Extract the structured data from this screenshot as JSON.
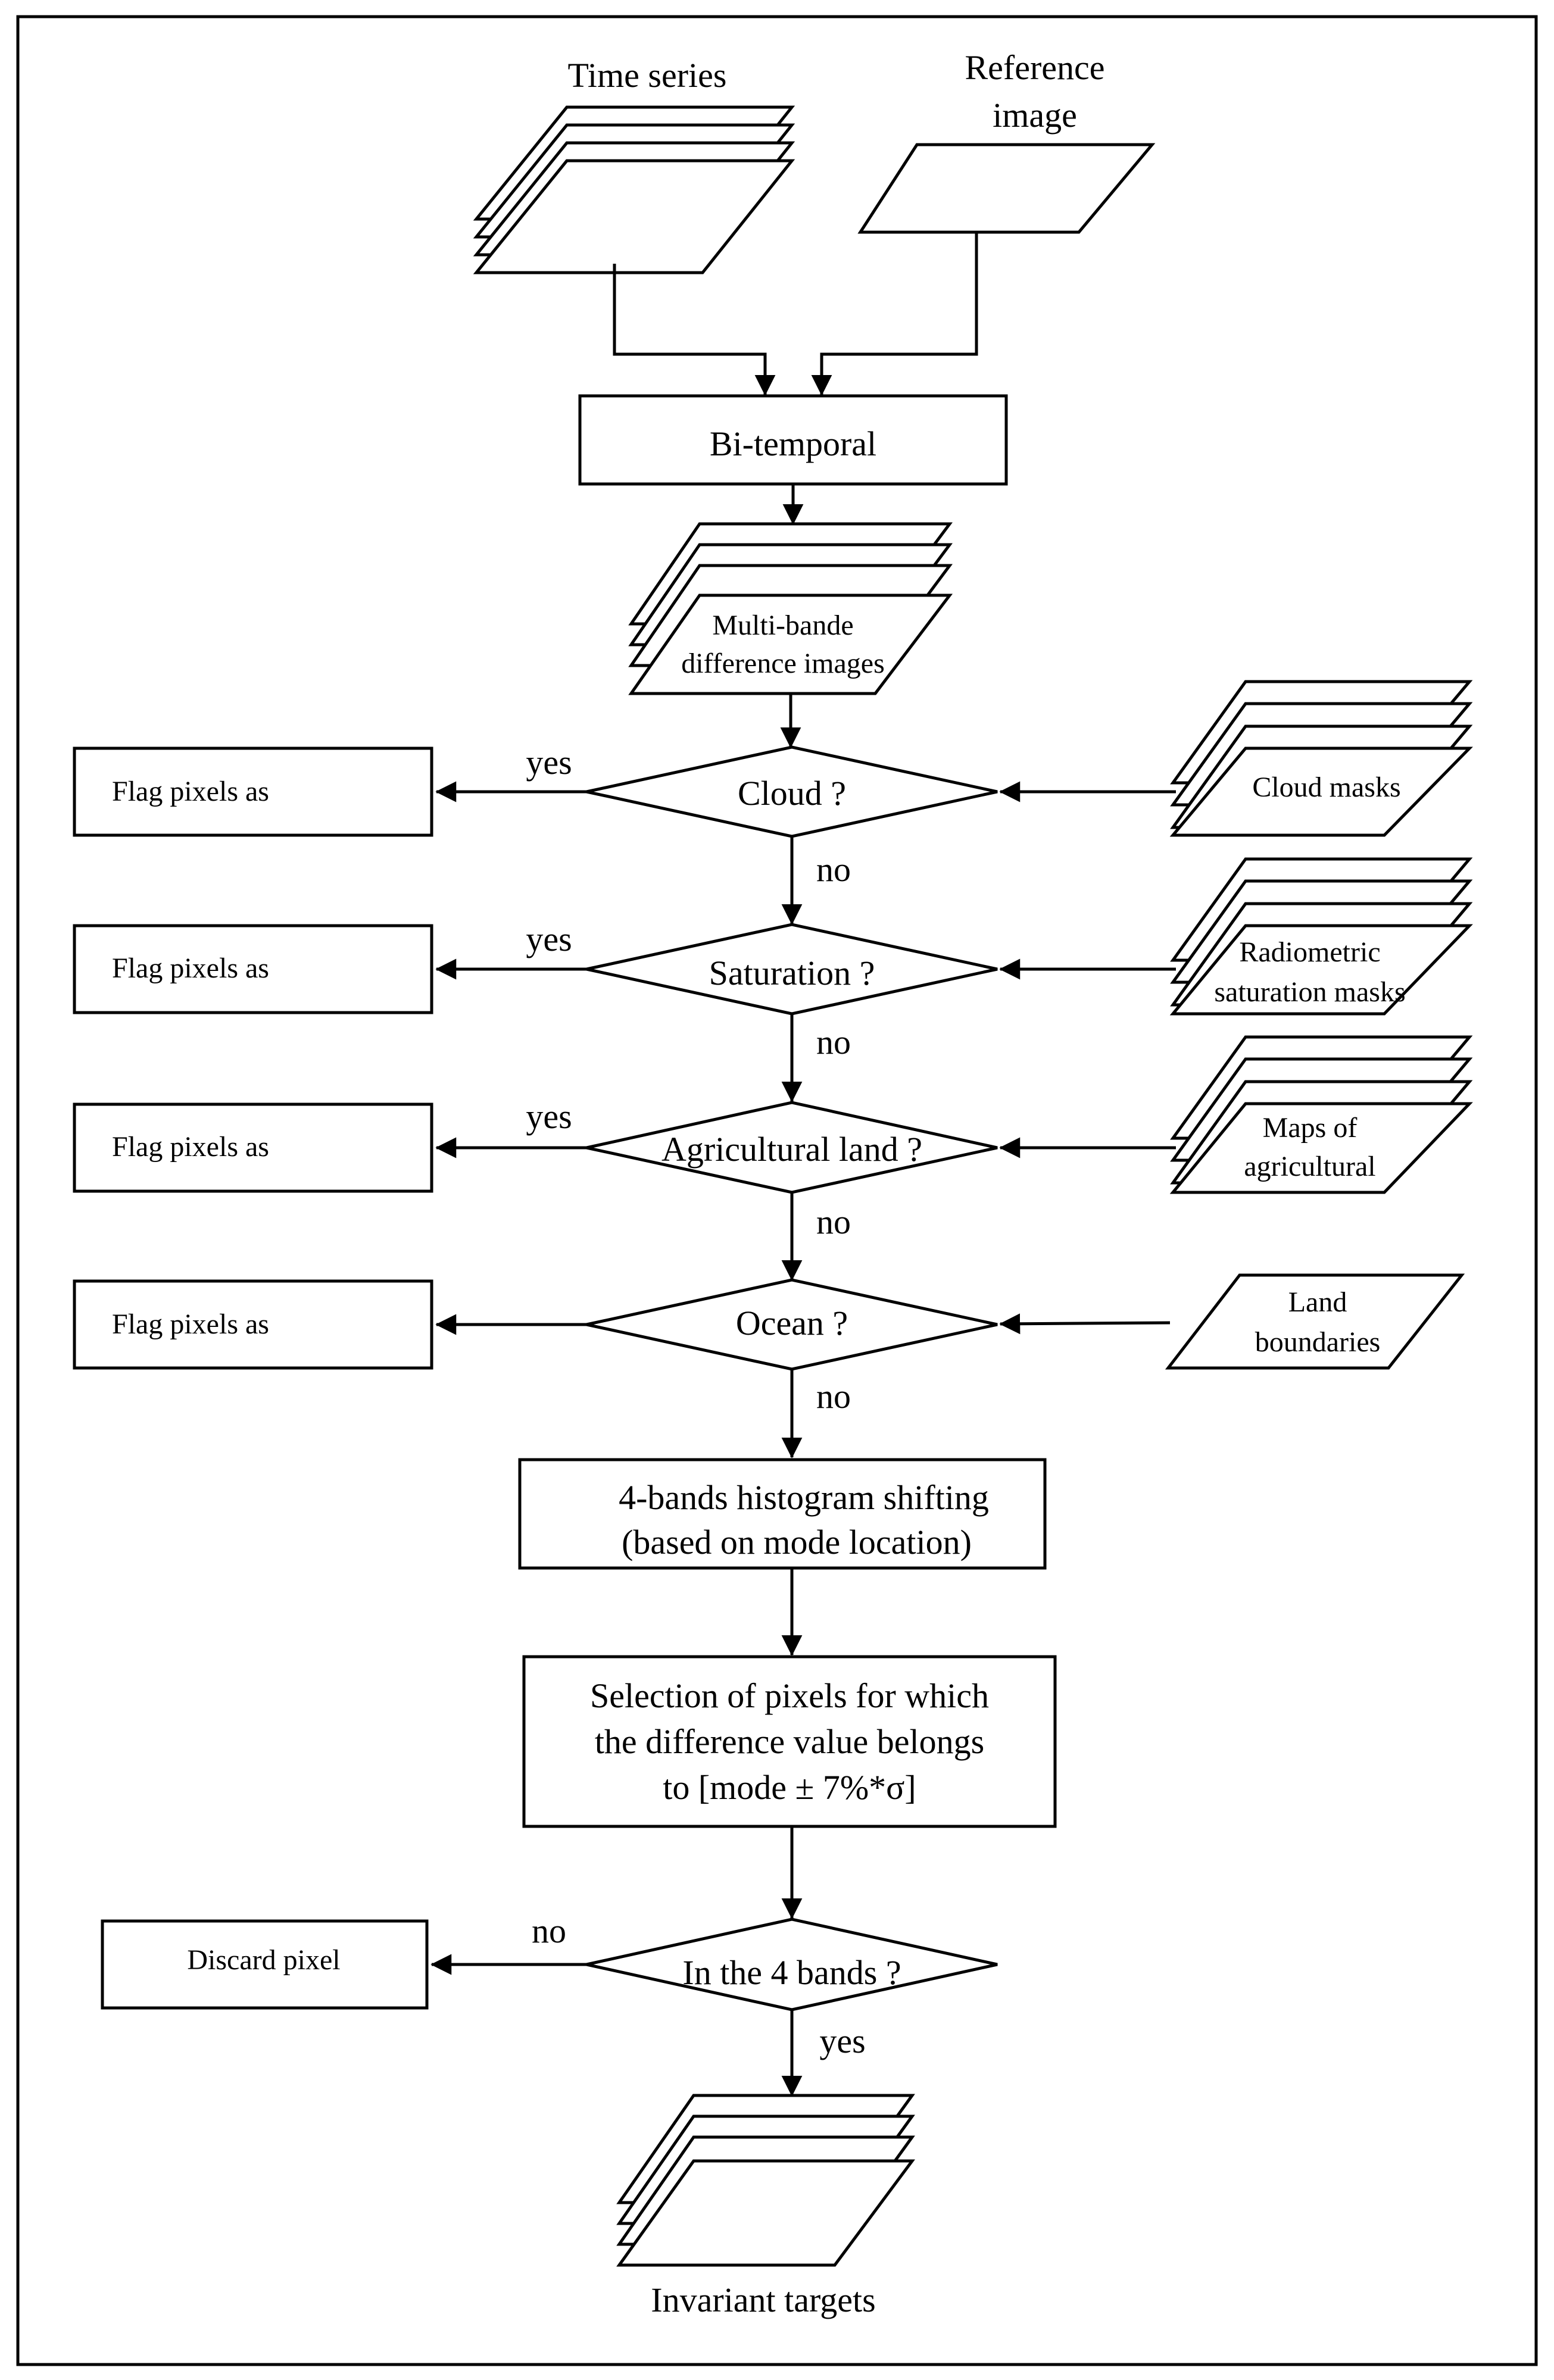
{
  "inputs": {
    "time_series": "Time series",
    "reference_line1": "Reference",
    "reference_line2": "image"
  },
  "process": {
    "bitemporal": "Bi-temporal",
    "diff_line1": "Multi-bande",
    "diff_line2": "difference images",
    "histogram_line1": "4-bands histogram shifting",
    "histogram_line2": "(based on mode location)",
    "selection_line1": "Selection of pixels for which",
    "selection_line2": "the difference value belongs",
    "selection_line3": "to [mode ± 7%*σ]",
    "output": "Invariant targets"
  },
  "decisions": {
    "cloud": "Cloud ?",
    "saturation": "Saturation ?",
    "agricultural": "Agricultural  land ?",
    "ocean": "Ocean ?",
    "bands": "In the 4 bands ?"
  },
  "flags": {
    "cloud": "Flag pixels as",
    "saturation": "Flag pixels as",
    "agricultural": "Flag pixels as",
    "ocean": "Flag pixels as",
    "discard": "Discard pixel"
  },
  "masks": {
    "cloud": "Cloud masks",
    "saturation_line1": "Radiometric",
    "saturation_line2": "saturation masks",
    "agricultural_line1": "Maps of",
    "agricultural_line2": "agricultural",
    "land_line1": "Land",
    "land_line2": "boundaries"
  },
  "labels": {
    "yes": "yes",
    "no": "no"
  }
}
